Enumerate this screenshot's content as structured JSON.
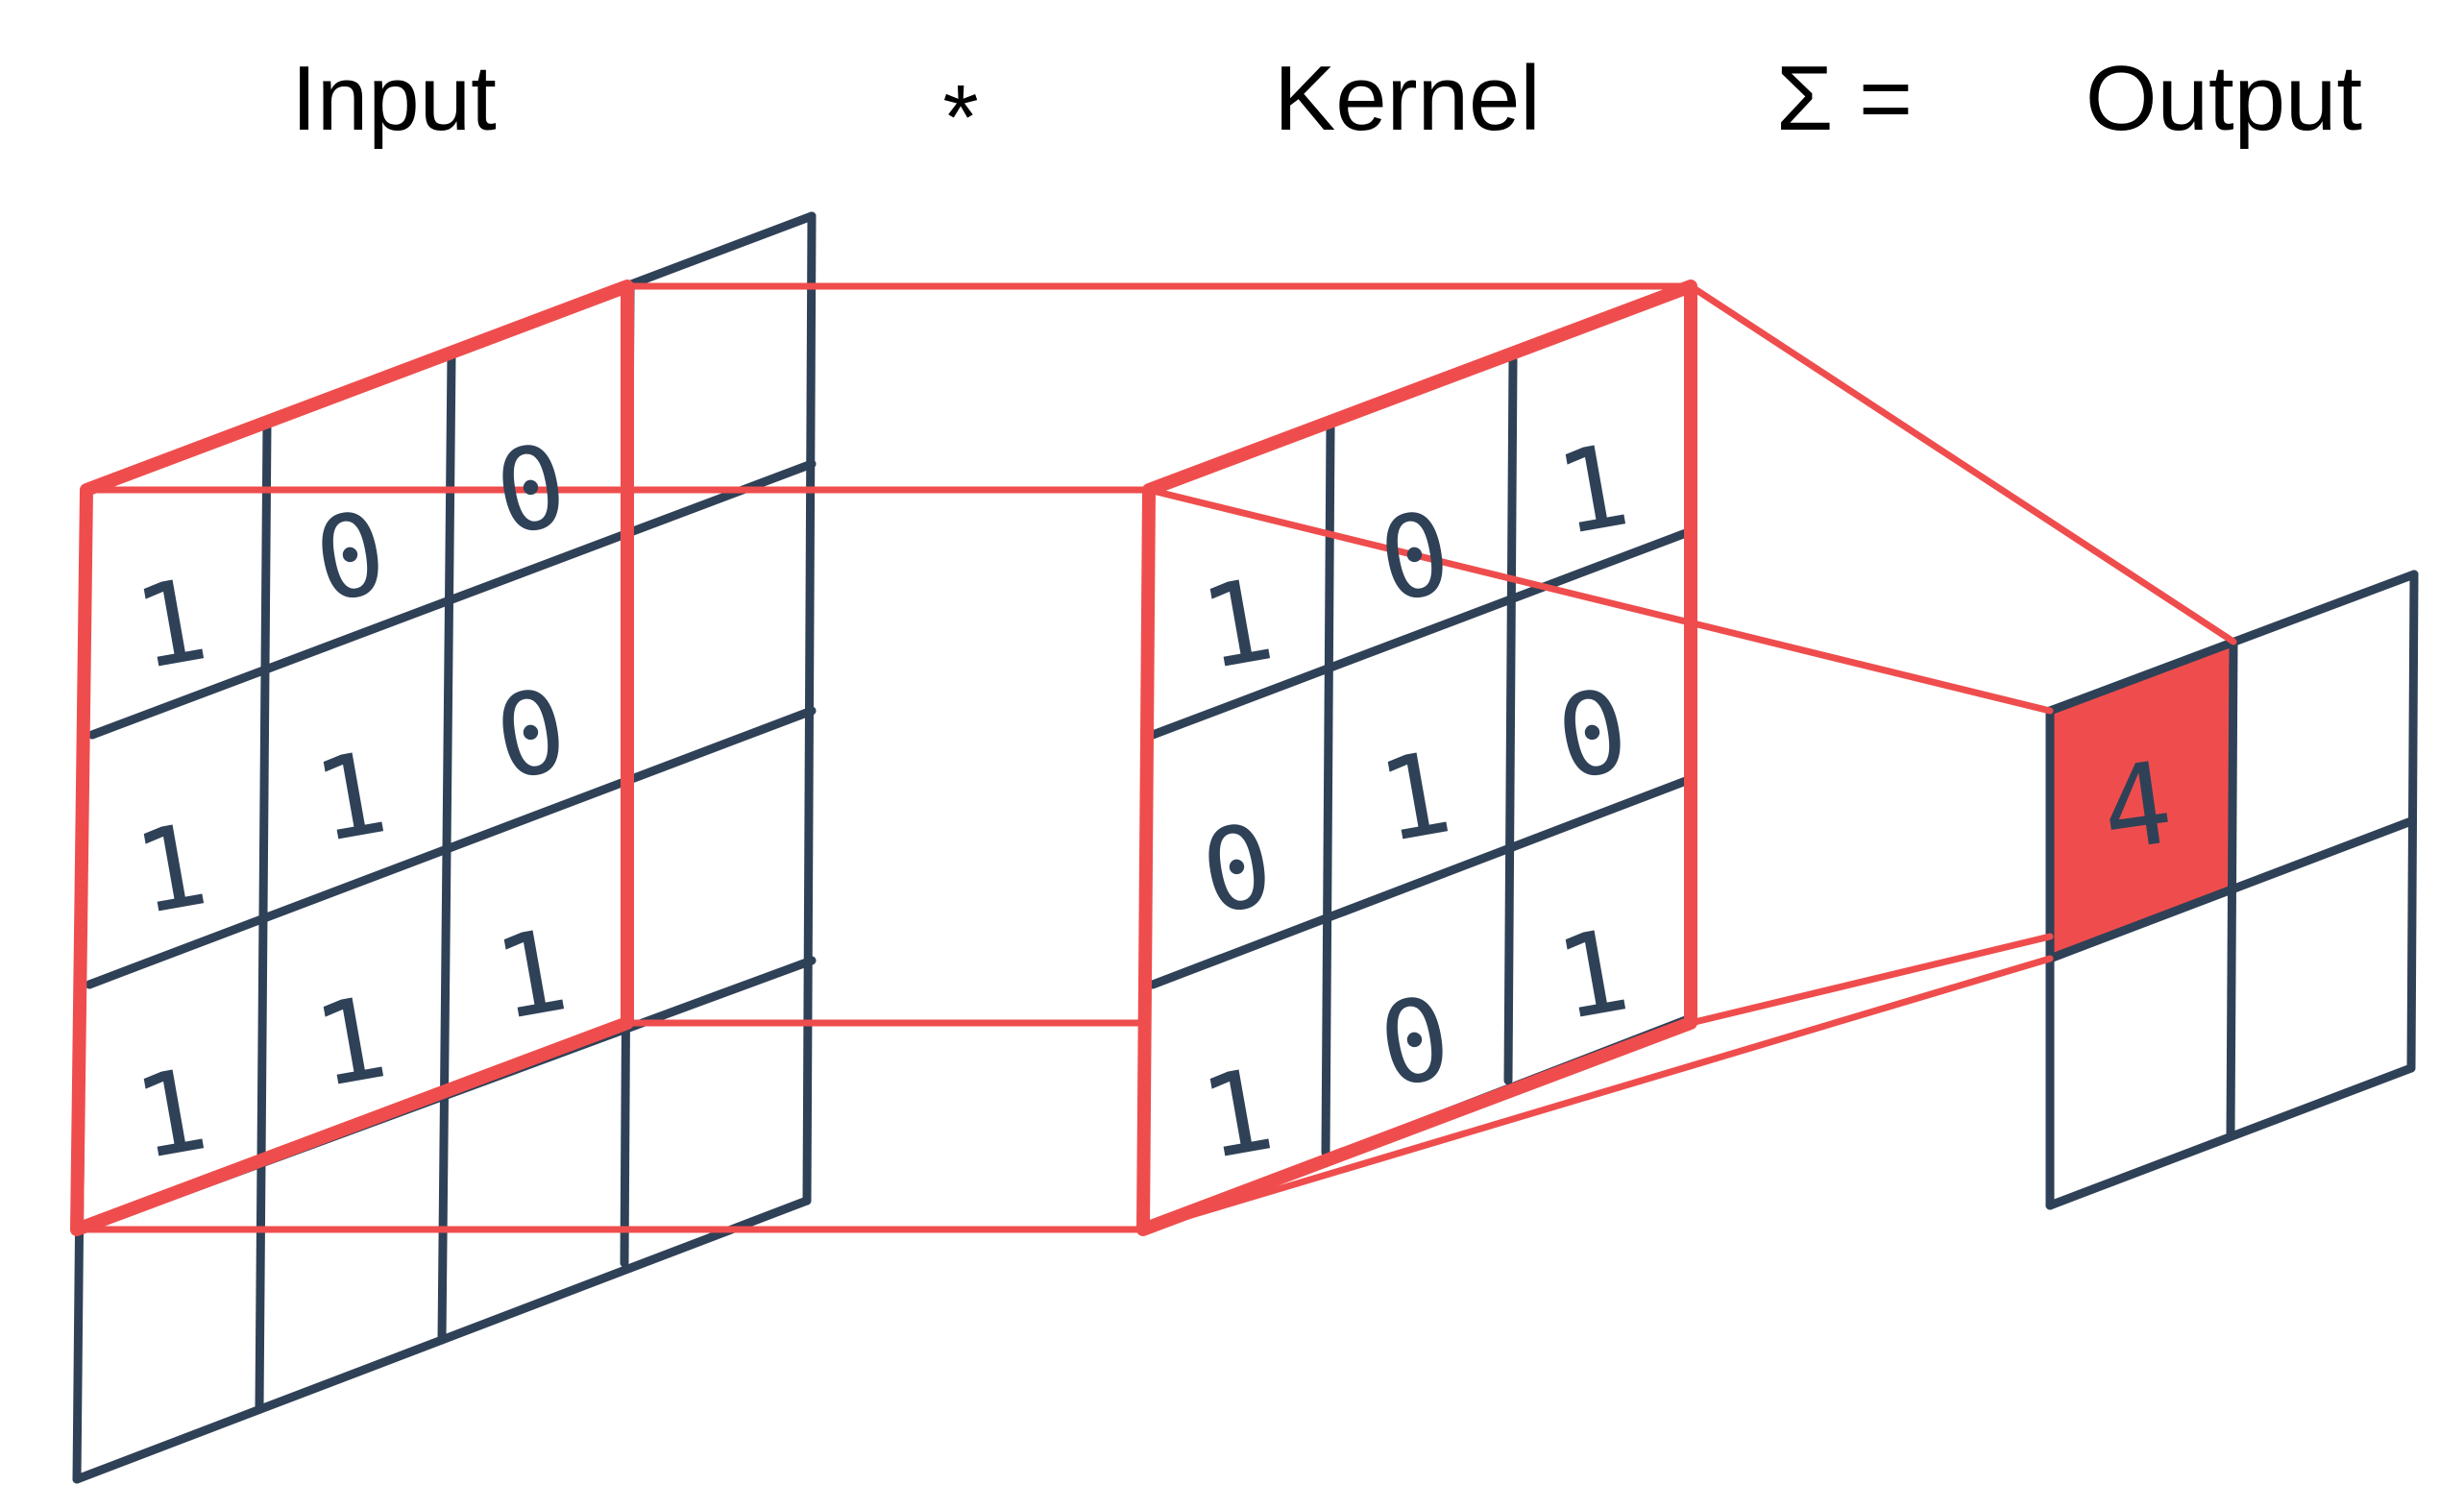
{
  "labels": {
    "input": "Input",
    "op_conv": "*",
    "kernel": "Kernel",
    "op_sum": "Σ =",
    "output": "Output"
  },
  "input_grid": {
    "values": [
      [
        "1",
        "0",
        "0"
      ],
      [
        "1",
        "1",
        "0"
      ],
      [
        "1",
        "1",
        "1"
      ]
    ]
  },
  "kernel_grid": {
    "values": [
      [
        "1",
        "0",
        "1"
      ],
      [
        "0",
        "1",
        "0"
      ],
      [
        "1",
        "0",
        "1"
      ]
    ]
  },
  "output_grid": {
    "highlighted_value": "4"
  },
  "colors": {
    "grid": "#2f4157",
    "highlight": "#ef4d4d",
    "background": "#ffffff",
    "text": "#000000"
  }
}
